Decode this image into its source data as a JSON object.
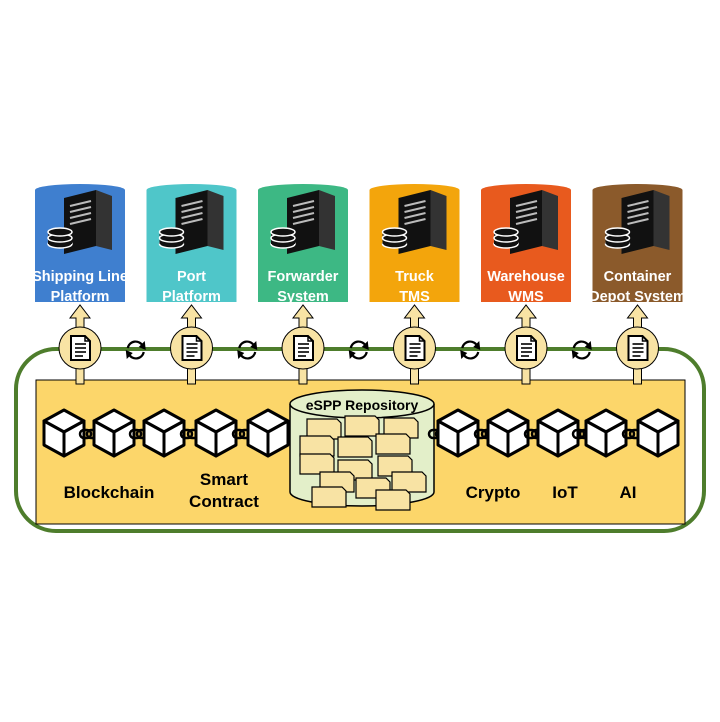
{
  "systems": [
    {
      "line1": "Shipping Line",
      "line2": "Platform",
      "color": "#3f7fcf"
    },
    {
      "line1": "Port",
      "line2": "Platform",
      "color": "#4fc6c9"
    },
    {
      "line1": "Forwarder",
      "line2": "System",
      "color": "#3db884"
    },
    {
      "line1": "Truck",
      "line2": "TMS",
      "color": "#f3a50c"
    },
    {
      "line1": "Warehouse",
      "line2": "WMS",
      "color": "#e85a1e"
    },
    {
      "line1": "Container",
      "line2": "Depot System",
      "color": "#8b5a2b"
    }
  ],
  "platform": {
    "repository_label": "eSPP Repository",
    "labels": {
      "blockchain": "Blockchain",
      "smart_contract_1": "Smart",
      "smart_contract_2": "Contract",
      "crypto": "Crypto",
      "iot": "IoT",
      "ai": "AI"
    },
    "colors": {
      "panel": "#fcd66a",
      "loop": "#4e7d2c",
      "repository": "#e3efc9",
      "document": "#f8e3a4"
    }
  }
}
